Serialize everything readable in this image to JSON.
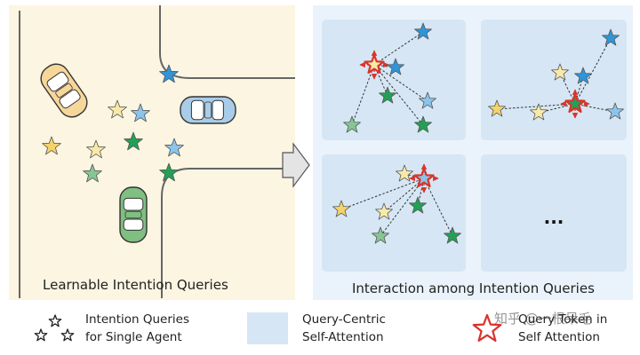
{
  "left_panel": {
    "caption": "Learnable Intention Queries",
    "background_color": "#fcf5e2",
    "vehicles": [
      {
        "name": "yellow-car",
        "color": "#f6d79a"
      },
      {
        "name": "blue-car",
        "color": "#a9cde8"
      },
      {
        "name": "green-car",
        "color": "#7fbf82"
      }
    ]
  },
  "right_panel": {
    "caption": "Interaction among Intention Queries",
    "background_color": "#eaf3fb",
    "tile_color": "#d6e6f4",
    "ellipsis": "..."
  },
  "legend": {
    "item1_line1": "Intention Queries",
    "item1_line2": "for Single Agent",
    "item2_line1": "Query-Centric",
    "item2_line2": "Self-Attention",
    "item3_line1": "Query Token in",
    "item3_line2": "Self Attention"
  },
  "watermark": "知乎 @一根呆毛",
  "colors": {
    "star_blue": "#2e95d8",
    "star_light_blue": "#8cc4ea",
    "star_green": "#23a055",
    "star_light_green": "#86c693",
    "star_yellow": "#f4d36a",
    "star_light_yellow": "#f7e9a8",
    "highlight_red": "#d9332b",
    "road_line": "#666666",
    "arrow_fill": "#e4e4e4"
  }
}
